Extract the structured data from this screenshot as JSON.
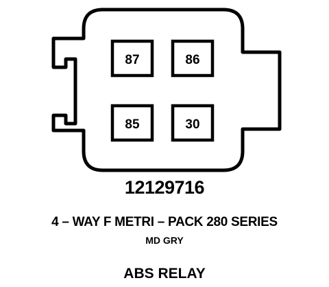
{
  "terminals": [
    {
      "id": "87",
      "label": "87"
    },
    {
      "id": "86",
      "label": "86"
    },
    {
      "id": "85",
      "label": "85"
    },
    {
      "id": "30",
      "label": "30"
    }
  ],
  "part_number": "12129716",
  "connector_description": "4 – WAY F METRI – PACK 280 SERIES",
  "color_code": "MD GRY",
  "component_name": "ABS RELAY",
  "colors": {
    "line": "#000000",
    "background": "#ffffff"
  }
}
